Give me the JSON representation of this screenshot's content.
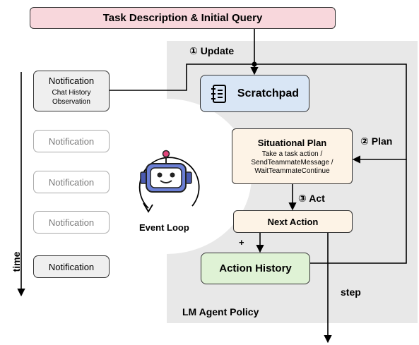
{
  "task_box": {
    "label": "Task Description & Initial Query"
  },
  "steps": {
    "update": "① Update",
    "plan": "② Plan",
    "act": "③ Act"
  },
  "scratchpad": {
    "label": "Scratchpad",
    "icon": "notebook-icon"
  },
  "situational_plan": {
    "title": "Situational Plan",
    "lines": [
      "Take a task action /",
      "SendTeammateMessage /",
      "WaitTeammateContinue"
    ]
  },
  "next_action": {
    "label": "Next Action"
  },
  "action_history": {
    "label": "Action History",
    "plus": "+"
  },
  "notifications": {
    "main": {
      "title": "Notification",
      "sub1": "Chat History",
      "sub2": "Observation"
    },
    "items": [
      "Notification",
      "Notification",
      "Notification",
      "Notification"
    ]
  },
  "robot": {
    "label": "Event Loop",
    "icon": "robot-icon"
  },
  "time_label": "time",
  "step_label": "step",
  "policy_label": "LM Agent Policy",
  "colors": {
    "task_fill": "#f8d7dc",
    "scratch_fill": "#d9e6f5",
    "plan_fill": "#fdf3e6",
    "history_fill": "#dff2d5",
    "robot_body": "#6b7fd6",
    "robot_antenna": "#e0457b"
  }
}
